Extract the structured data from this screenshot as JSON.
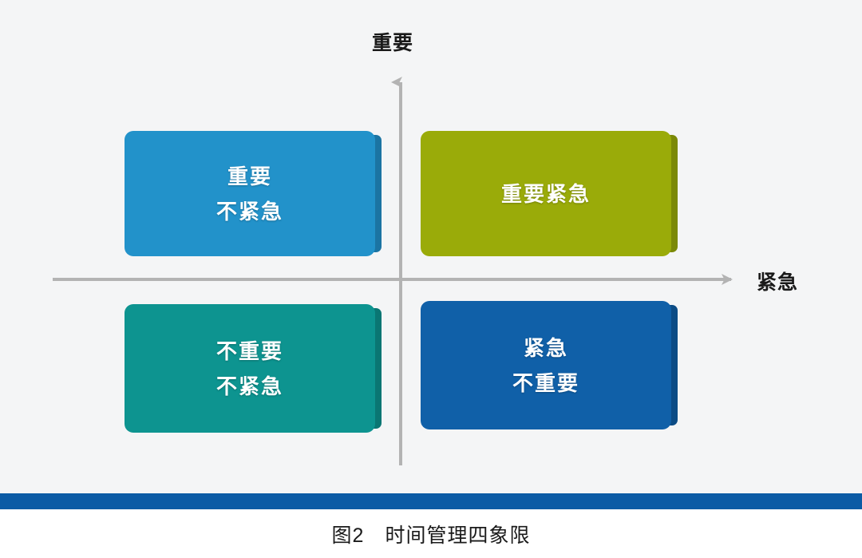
{
  "figure": {
    "background_color": "#f4f5f6",
    "axes": {
      "vertical_label": "重要",
      "horizontal_label": "紧急",
      "line_color": "#b3b3b3"
    },
    "quadrants": [
      {
        "id": "important-not-urgent",
        "position": "top-left",
        "lines": [
          "重要",
          "不紧急"
        ],
        "color": "#2292ca",
        "bevel_color": "#1b74a3"
      },
      {
        "id": "important-urgent",
        "position": "top-right",
        "lines": [
          "重要紧急"
        ],
        "color": "#9aab09",
        "bevel_color": "#7b8907"
      },
      {
        "id": "not-important-not-urgent",
        "position": "bottom-left",
        "lines": [
          "不重要",
          "不紧急"
        ],
        "color": "#0d9490",
        "bevel_color": "#0a7673"
      },
      {
        "id": "urgent-not-important",
        "position": "bottom-right",
        "lines": [
          "紧急",
          "不重要"
        ],
        "color": "#1060a8",
        "bevel_color": "#0c4c85"
      }
    ],
    "bottom_rule_color": "#0b5ba5"
  },
  "caption": "图2　时间管理四象限",
  "chart_data": {
    "type": "diagram",
    "subtype": "quadrant-matrix",
    "title": "图2　时间管理四象限",
    "xlabel": "紧急",
    "ylabel": "重要",
    "quadrant_labels": [
      "重要 不紧急",
      "重要紧急",
      "不重要 不紧急",
      "紧急 不重要"
    ]
  }
}
